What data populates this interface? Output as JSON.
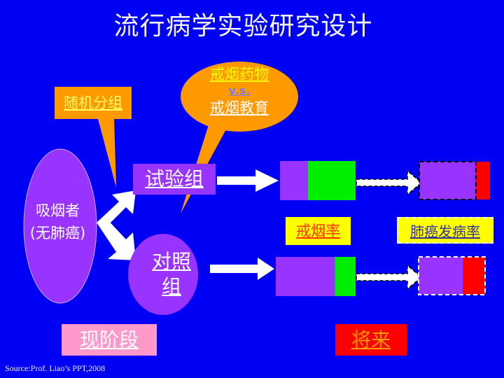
{
  "title": "流行病学实验研究设计",
  "callouts": {
    "randomization": "随机分组",
    "intervention": {
      "line1": "戒烟药物",
      "line2": "v.s.",
      "line3": "戒烟教育"
    }
  },
  "population": {
    "line1": "吸烟者",
    "line2": "(无肺癌)"
  },
  "groups": {
    "trial": "试验组",
    "control_line1": "对照",
    "control_line2": "组"
  },
  "outcomes": {
    "quit_rate_label": "戒烟率",
    "lung_cancer_rate_label": "肺癌发病率",
    "trial_quit_fraction": 0.63,
    "control_quit_fraction": 0.26,
    "trial_cancer_fraction": 0.2,
    "control_cancer_fraction": 0.33
  },
  "stages": {
    "present": "现阶段",
    "future": "将来"
  },
  "source": "Source:Prof. Liao’s PPT,2008",
  "colors": {
    "background": "#0000f5",
    "purple": "#9933ff",
    "orange": "#ff9900",
    "green": "#00ee00",
    "red": "#ff0000",
    "yellow": "#ffff00",
    "pink": "#ff99cc"
  }
}
